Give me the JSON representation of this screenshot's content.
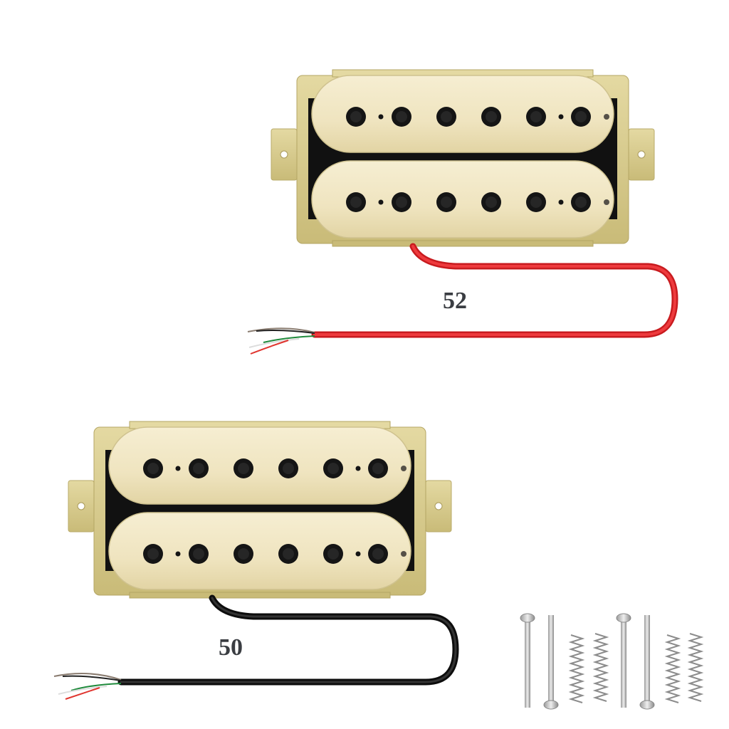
{
  "product": {
    "pickups": [
      {
        "id": "top",
        "label": "52",
        "cable_color": "#e0262a",
        "cover_color": "#efe4bf",
        "base_color": "#d8cc8c"
      },
      {
        "id": "bottom",
        "label": "50",
        "cable_color": "#1a1a1a",
        "cover_color": "#efe4bf",
        "base_color": "#d8cc8c"
      }
    ],
    "pole_pieces_per_coil": 6,
    "accessories": {
      "screws": 4,
      "springs": 4
    }
  },
  "colors": {
    "background": "#ffffff",
    "label_text": "#3a3d42",
    "pole": "#141414"
  }
}
